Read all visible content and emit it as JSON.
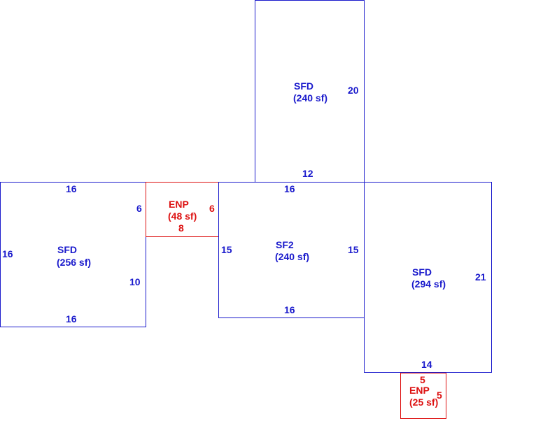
{
  "colors": {
    "dwelling": "#1a1acc",
    "porch": "#dd1111",
    "background": "#ffffff"
  },
  "areas": [
    {
      "id": "sfd-top",
      "kind": "dwelling",
      "name": "SFD",
      "size": "(240 sf)",
      "dims": [
        "20",
        "12"
      ]
    },
    {
      "id": "sfd-left",
      "kind": "dwelling",
      "name": "SFD",
      "size": "(256 sf)",
      "dims": [
        "16",
        "6",
        "16",
        "10",
        "16"
      ]
    },
    {
      "id": "enp-middle",
      "kind": "porch",
      "name": "ENP",
      "size": "(48 sf)",
      "dims": [
        "6",
        "8"
      ]
    },
    {
      "id": "sf2-center",
      "kind": "dwelling",
      "name": "SF2",
      "size": "(240 sf)",
      "dims": [
        "16",
        "15",
        "15",
        "16"
      ]
    },
    {
      "id": "sfd-right",
      "kind": "dwelling",
      "name": "SFD",
      "size": "(294 sf)",
      "dims": [
        "21",
        "14"
      ]
    },
    {
      "id": "enp-bottom",
      "kind": "porch",
      "name": "ENP",
      "size": "(25 sf)",
      "dims": [
        "5",
        "5"
      ]
    }
  ]
}
